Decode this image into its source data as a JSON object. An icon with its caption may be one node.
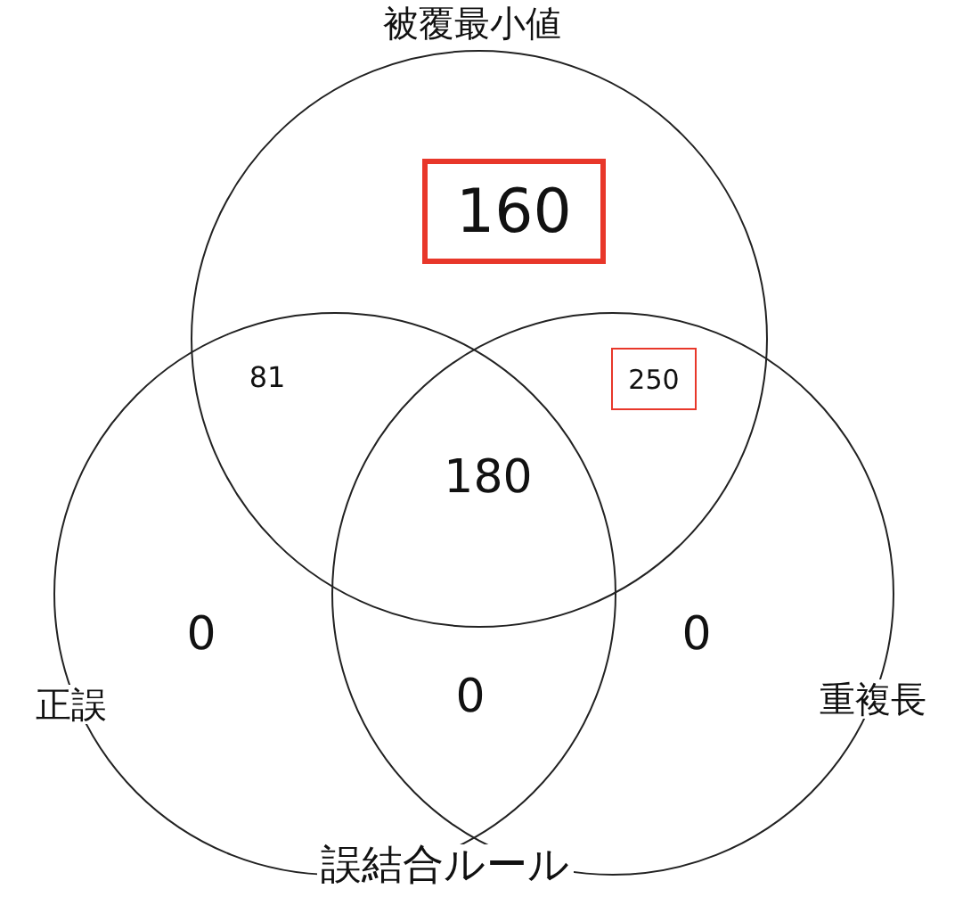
{
  "diagram": {
    "nodes": [
      {
        "text": [
          "被覆最小値"
        ]
      },
      {
        "text": [
          "正誤"
        ]
      },
      {
        "text": [
          "重複長"
        ]
      },
      {
        "text": [
          "160"
        ],
        "in": 0
      },
      {
        "text": [
          "250"
        ]
      }
    ],
    "labels": [
      "81",
      "180",
      "0",
      "0",
      "0",
      "誤結合ルール"
    ]
  }
}
